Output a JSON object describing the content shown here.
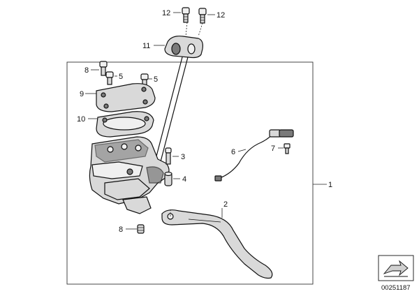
{
  "callouts": {
    "c1": "1",
    "c2": "2",
    "c3": "3",
    "c4": "4",
    "c5": "5",
    "c6": "6",
    "c7": "7",
    "c8": "8",
    "c9": "9",
    "c10": "10",
    "c11": "11",
    "c12a": "12",
    "c12b": "12"
  },
  "drawing_number": "00251187",
  "icons": {
    "reference": "wedge-reference-icon"
  }
}
